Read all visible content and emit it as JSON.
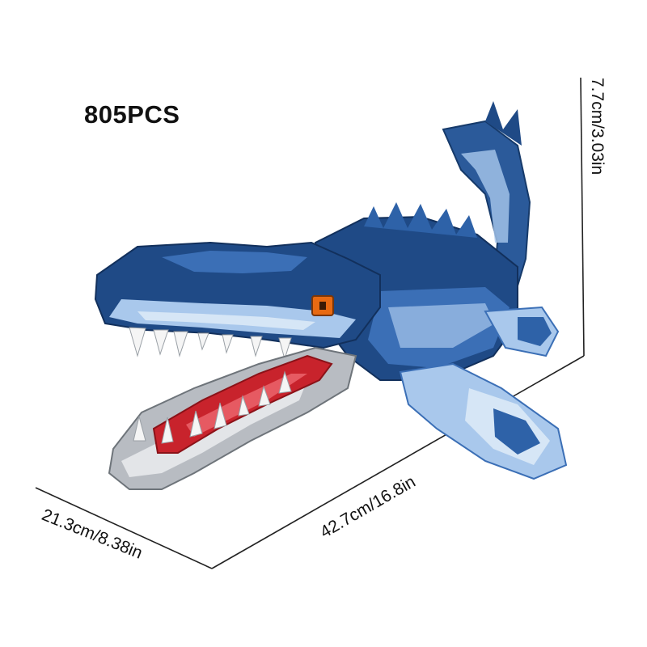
{
  "product": {
    "piece_count": "805PCS"
  },
  "dimensions": {
    "height_label": "7.7cm/3.03in",
    "length_label": "42.7cm/16.8in",
    "width_label": "21.3cm/8.38in"
  },
  "palette": {
    "dark_blue": "#1f4a86",
    "mid_blue": "#3b6fb6",
    "light_blue": "#a9c8ec",
    "pale_blue": "#d6e6f6",
    "gray": "#b8bcc2",
    "mouth_red": "#c8232c",
    "eye_orange": "#e86a12",
    "tooth_white": "#f5f5f5"
  },
  "icons": [
    "mosasaur-brick-model"
  ]
}
